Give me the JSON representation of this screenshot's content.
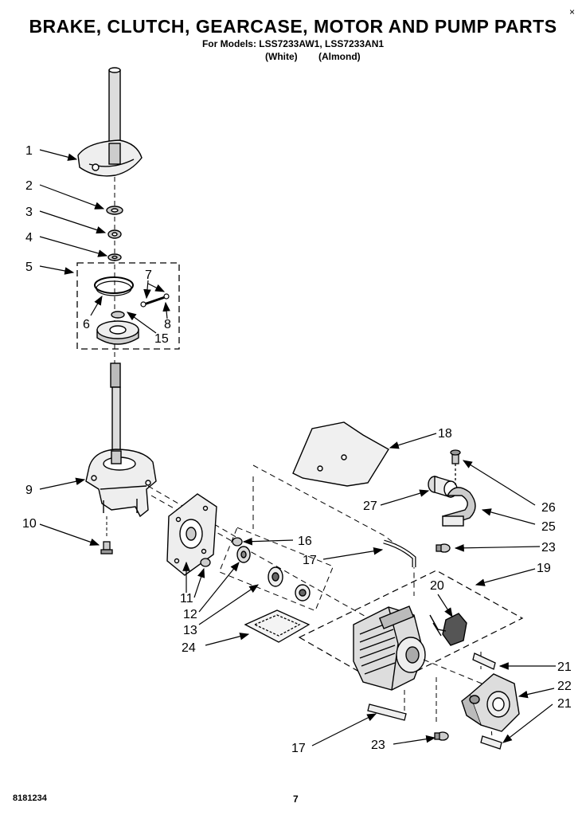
{
  "header": {
    "title": "BRAKE, CLUTCH, GEARCASE, MOTOR AND PUMP PARTS",
    "models_line": "For Models: LSS7233AW1, LSS7233AN1",
    "color_white": "(White)",
    "color_almond": "(Almond)",
    "close_label": "×"
  },
  "footer": {
    "doc_number": "8181234",
    "page_number": "7"
  },
  "callouts": {
    "c1": "1",
    "c2": "2",
    "c3": "3",
    "c4": "4",
    "c5": "5",
    "c6": "6",
    "c7": "7",
    "c8": "8",
    "c9": "9",
    "c10": "10",
    "c11": "11",
    "c12": "12",
    "c13": "13",
    "c15": "15",
    "c16": "16",
    "c17a": "17",
    "c17b": "17",
    "c18": "18",
    "c19": "19",
    "c20": "20",
    "c21a": "21",
    "c21b": "21",
    "c22": "22",
    "c23a": "23",
    "c23b": "23",
    "c24": "24",
    "c25": "25",
    "c26": "26",
    "c27": "27"
  }
}
